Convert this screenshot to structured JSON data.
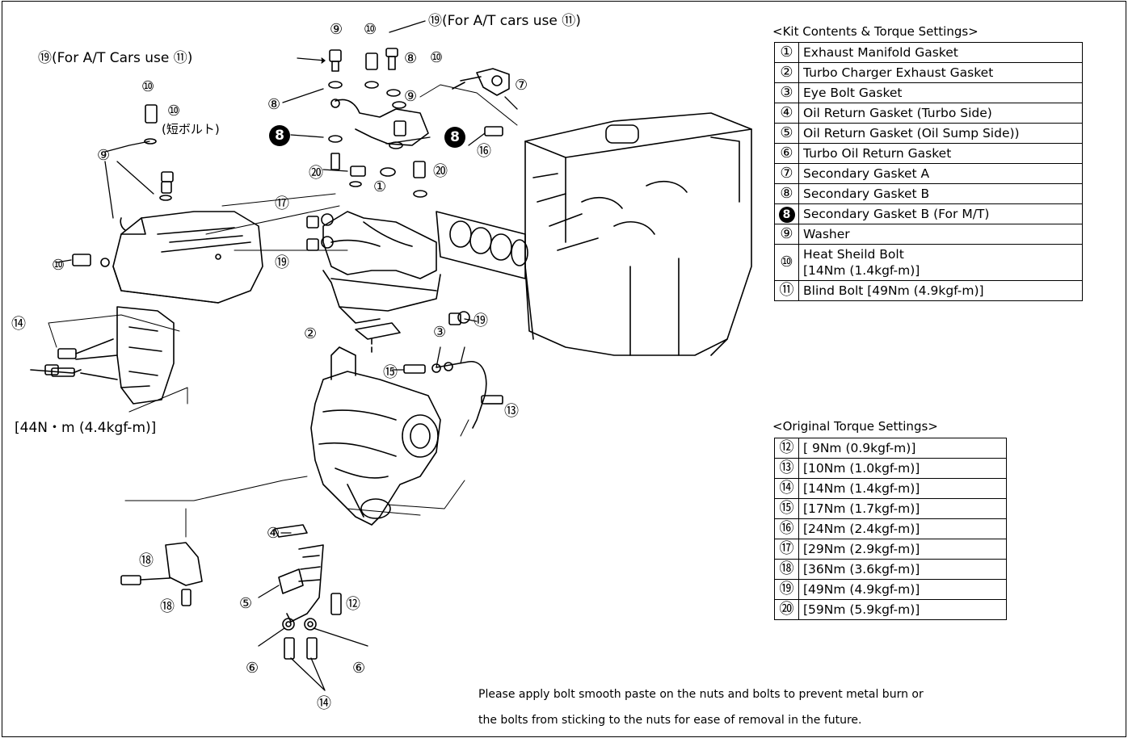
{
  "callouts": {
    "c19_top_left": "⑲(For A/T Cars use ⑪)",
    "c19_top_right": "⑲(For A/T cars use ⑪)",
    "c9_top": "⑨",
    "c10_top": "⑩",
    "c8_top": "⑧",
    "c10_right": "⑩",
    "c7": "⑦",
    "c9_mid": "⑨",
    "c8_left": "⑧",
    "c8_filled_left": "8",
    "c8_filled_right": "8",
    "c16": "⑯",
    "c20_left": "⑳",
    "c20_right": "⑳",
    "c1": "①",
    "c17": "⑰",
    "c19_mid": "⑲",
    "c19_low": "⑲",
    "c10_shield_top": "⑩",
    "c10_shield_short": "⑩",
    "short_bolt_label": "(短ボルト)",
    "c9_shield": "⑨",
    "c10_shield_left": "⑩",
    "c14_left": "⑭",
    "c2": "②",
    "c3": "③",
    "c15": "⑮",
    "c13": "⑬",
    "torque_sensor": "[44N・m (4.4kgf-m)]",
    "c4": "④",
    "c18_top": "⑱",
    "c18_bottom": "⑱",
    "c5": "⑤",
    "c12": "⑫",
    "c6_left": "⑥",
    "c6_right": "⑥",
    "c14_bottom": "⑭"
  },
  "kit_table": {
    "title": "<Kit Contents & Torque Settings>",
    "rows": [
      {
        "num": "①",
        "label": "Exhaust Manifold Gasket",
        "filled": false
      },
      {
        "num": "②",
        "label": "Turbo Charger Exhaust Gasket",
        "filled": false
      },
      {
        "num": "③",
        "label": "Eye Bolt Gasket",
        "filled": false
      },
      {
        "num": "④",
        "label": "Oil Return Gasket (Turbo Side)",
        "filled": false
      },
      {
        "num": "⑤",
        "label": "Oil Return Gasket (Oil Sump Side))",
        "filled": false
      },
      {
        "num": "⑥",
        "label": "Turbo Oil Return Gasket",
        "filled": false
      },
      {
        "num": "⑦",
        "label": "Secondary Gasket A",
        "filled": false
      },
      {
        "num": "⑧",
        "label": "Secondary Gasket B",
        "filled": false
      },
      {
        "num": "8",
        "label": "Secondary Gasket B (For M/T)",
        "filled": true
      },
      {
        "num": "⑨",
        "label": "Washer",
        "filled": false
      },
      {
        "num": "⑩",
        "label": "Heat Sheild Bolt",
        "label2": "[14Nm (1.4kgf-m)]",
        "filled": false
      },
      {
        "num": "⑪",
        "label": "Blind Bolt [49Nm (4.9kgf-m)]",
        "filled": false
      }
    ]
  },
  "original_table": {
    "title": "<Original Torque Settings>",
    "rows": [
      {
        "num": "⑫",
        "label": "[ 9Nm (0.9kgf-m)]"
      },
      {
        "num": "⑬",
        "label": "[10Nm (1.0kgf-m)]"
      },
      {
        "num": "⑭",
        "label": "[14Nm (1.4kgf-m)]"
      },
      {
        "num": "⑮",
        "label": "[17Nm (1.7kgf-m)]"
      },
      {
        "num": "⑯",
        "label": "[24Nm (2.4kgf-m)]"
      },
      {
        "num": "⑰",
        "label": "[29Nm (2.9kgf-m)]"
      },
      {
        "num": "⑱",
        "label": "[36Nm (3.6kgf-m)]"
      },
      {
        "num": "⑲",
        "label": "[49Nm (4.9kgf-m)]"
      },
      {
        "num": "⑳",
        "label": "[59Nm (5.9kgf-m)]"
      }
    ]
  },
  "note": {
    "line1": "Please apply bolt smooth paste on the nuts and bolts to prevent metal burn or",
    "line2": "the bolts from sticking to the nuts for ease of removal in the future."
  }
}
